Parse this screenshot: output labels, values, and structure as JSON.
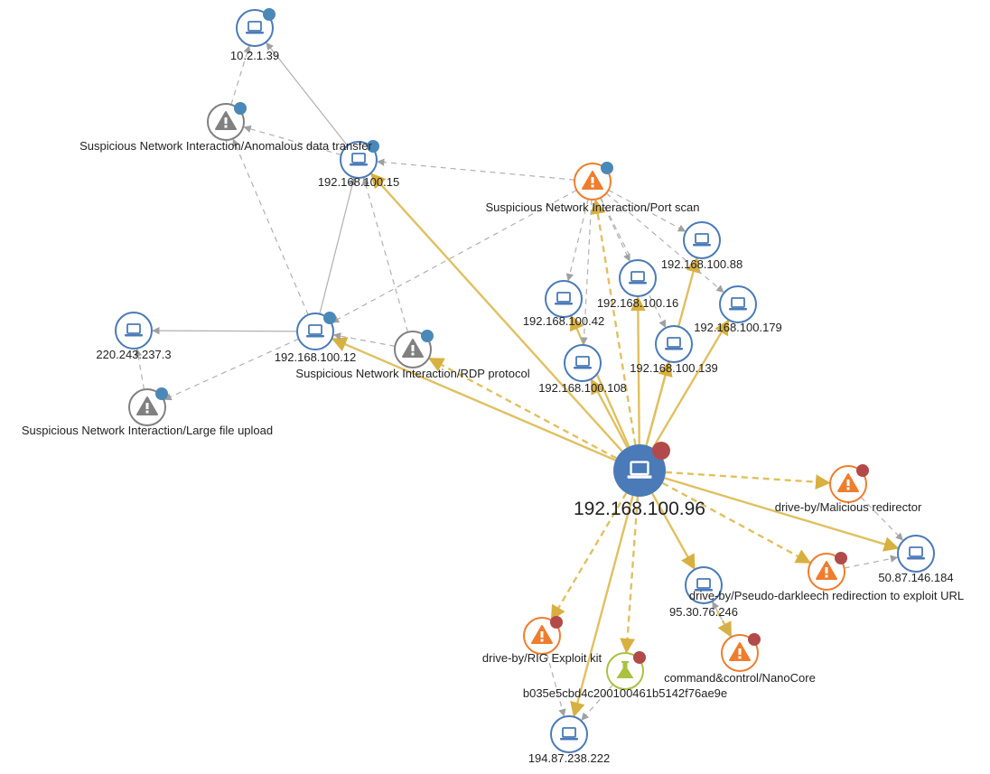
{
  "colors": {
    "host_ring": "#4a7ab8",
    "host_fill_center": "#4a7ab8",
    "alert_gray": "#808080",
    "alert_orange": "#ef7d2d",
    "sample_green": "#a9c23f",
    "badge_blue": "#4a88b8",
    "badge_red": "#b24a4a",
    "edge_gold": "#e0c060",
    "edge_gray": "#b0b0b0"
  },
  "nodes": [
    {
      "id": "n10",
      "label": "10.2.1.39",
      "kind": "host",
      "badge": "blue"
    },
    {
      "id": "anom",
      "label": "Suspicious Network Interaction/Anomalous data transfer",
      "kind": "alert-gray",
      "badge": "blue"
    },
    {
      "id": "n15",
      "label": "192.168.100.15",
      "kind": "host",
      "badge": "blue"
    },
    {
      "id": "scan",
      "label": "Suspicious Network Interaction/Port scan",
      "kind": "alert-orange",
      "badge": "blue"
    },
    {
      "id": "n88",
      "label": "192.168.100.88",
      "kind": "host"
    },
    {
      "id": "n16",
      "label": "192.168.100.16",
      "kind": "host"
    },
    {
      "id": "n179",
      "label": "192.168.100.179",
      "kind": "host"
    },
    {
      "id": "n42",
      "label": "192.168.100.42",
      "kind": "host"
    },
    {
      "id": "n139",
      "label": "192.168.100.139",
      "kind": "host"
    },
    {
      "id": "n108",
      "label": "192.168.100.108",
      "kind": "host"
    },
    {
      "id": "n220",
      "label": "220.243.237.3",
      "kind": "host"
    },
    {
      "id": "n12",
      "label": "192.168.100.12",
      "kind": "host",
      "badge": "blue"
    },
    {
      "id": "rdp",
      "label": "Suspicious Network Interaction/RDP protocol",
      "kind": "alert-gray",
      "badge": "blue"
    },
    {
      "id": "large",
      "label": "Suspicious Network Interaction/Large file upload",
      "kind": "alert-gray",
      "badge": "blue"
    },
    {
      "id": "n96",
      "label": "192.168.100.96",
      "kind": "host-center",
      "badge": "red"
    },
    {
      "id": "mal",
      "label": "drive-by/Malicious redirector",
      "kind": "alert-orange",
      "badge": "red"
    },
    {
      "id": "n50",
      "label": "50.87.146.184",
      "kind": "host"
    },
    {
      "id": "pseudo",
      "label": "drive-by/Pseudo-darkleech redirection to exploit URL",
      "kind": "alert-orange",
      "badge": "red"
    },
    {
      "id": "n95",
      "label": "95.30.76.246",
      "kind": "host"
    },
    {
      "id": "nano",
      "label": "command&control/NanoCore",
      "kind": "alert-orange",
      "badge": "red"
    },
    {
      "id": "rig",
      "label": "drive-by/RIG Exploit kit",
      "kind": "alert-orange",
      "badge": "red"
    },
    {
      "id": "hash",
      "label": "b035e5cbd4c200100461b5142f76ae9e",
      "kind": "sample",
      "badge": "red"
    },
    {
      "id": "n194",
      "label": "194.87.238.222",
      "kind": "host"
    }
  ],
  "edges": [
    {
      "from": "n96",
      "to": "n15",
      "style": "gold"
    },
    {
      "from": "n96",
      "to": "n12",
      "style": "gold"
    },
    {
      "from": "n96",
      "to": "n108",
      "style": "gold"
    },
    {
      "from": "n96",
      "to": "n16",
      "style": "gold"
    },
    {
      "from": "n96",
      "to": "n88",
      "style": "gold"
    },
    {
      "from": "n96",
      "to": "n179",
      "style": "gold"
    },
    {
      "from": "n96",
      "to": "n139",
      "style": "gold"
    },
    {
      "from": "n96",
      "to": "n42",
      "style": "gold"
    },
    {
      "from": "n96",
      "to": "n95",
      "style": "gold"
    },
    {
      "from": "n96",
      "to": "n50",
      "style": "gold"
    },
    {
      "from": "n96",
      "to": "n194",
      "style": "gold"
    },
    {
      "from": "n96",
      "to": "scan",
      "style": "gold-dashed"
    },
    {
      "from": "n96",
      "to": "rdp",
      "style": "gold-dashed"
    },
    {
      "from": "n96",
      "to": "mal",
      "style": "gold-dashed"
    },
    {
      "from": "n96",
      "to": "pseudo",
      "style": "gold-dashed"
    },
    {
      "from": "n96",
      "to": "rig",
      "style": "gold-dashed"
    },
    {
      "from": "n96",
      "to": "hash",
      "style": "gold-dashed"
    },
    {
      "from": "n95",
      "to": "nano",
      "style": "gold-dashed"
    },
    {
      "from": "scan",
      "to": "n15",
      "style": "gray-dashed"
    },
    {
      "from": "scan",
      "to": "n12",
      "style": "gray-dashed"
    },
    {
      "from": "scan",
      "to": "n42",
      "style": "gray-dashed"
    },
    {
      "from": "scan",
      "to": "n16",
      "style": "gray-dashed"
    },
    {
      "from": "scan",
      "to": "n88",
      "style": "gray-dashed"
    },
    {
      "from": "scan",
      "to": "n179",
      "style": "gray-dashed"
    },
    {
      "from": "scan",
      "to": "n139",
      "style": "gray-dashed"
    },
    {
      "from": "scan",
      "to": "n108",
      "style": "gray-dashed"
    },
    {
      "from": "anom",
      "to": "n10",
      "style": "gray-dashed"
    },
    {
      "from": "n15",
      "to": "anom",
      "style": "gray-dashed"
    },
    {
      "from": "n12",
      "to": "anom",
      "style": "gray-dashed"
    },
    {
      "from": "rdp",
      "to": "n15",
      "style": "gray-dashed"
    },
    {
      "from": "rdp",
      "to": "n12",
      "style": "gray-dashed"
    },
    {
      "from": "large",
      "to": "n220",
      "style": "gray-dashed"
    },
    {
      "from": "n12",
      "to": "large",
      "style": "gray-dashed"
    },
    {
      "from": "mal",
      "to": "n50",
      "style": "gray-dashed"
    },
    {
      "from": "pseudo",
      "to": "n50",
      "style": "gray-dashed"
    },
    {
      "from": "nano",
      "to": "n95",
      "style": "gray-dashed"
    },
    {
      "from": "rig",
      "to": "n194",
      "style": "gray-dashed"
    },
    {
      "from": "hash",
      "to": "n194",
      "style": "gray-dashed"
    },
    {
      "from": "n15",
      "to": "n10",
      "style": "gray"
    },
    {
      "from": "n12",
      "to": "n15",
      "style": "gray"
    },
    {
      "from": "n12",
      "to": "n220",
      "style": "gray"
    }
  ]
}
